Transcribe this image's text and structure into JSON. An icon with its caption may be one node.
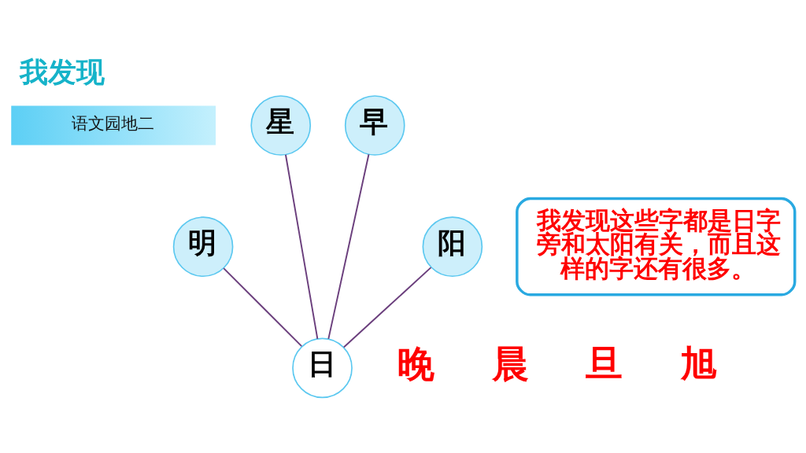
{
  "diagram": {
    "title": "我发现",
    "nodes": [
      {
        "text": [
          "语文园地二"
        ]
      },
      {
        "text": [
          "星"
        ]
      },
      {
        "text": [
          "早"
        ]
      },
      {
        "text": [
          "明"
        ]
      },
      {
        "text": [
          "阳"
        ]
      },
      {
        "text": [
          "日"
        ]
      },
      {
        "text": [
          "我发现这些字都是日字旁和太阳有关，而且这样的字还有很多。"
        ]
      }
    ],
    "edges": [
      {
        "from": 5,
        "to": 3,
        "arrow": "none"
      },
      {
        "from": 5,
        "to": 1,
        "arrow": "none"
      },
      {
        "from": 5,
        "to": 2,
        "arrow": "none"
      },
      {
        "from": 5,
        "to": 4,
        "arrow": "none"
      }
    ],
    "labels": [
      "晚",
      "晨",
      "旦",
      "旭"
    ]
  }
}
